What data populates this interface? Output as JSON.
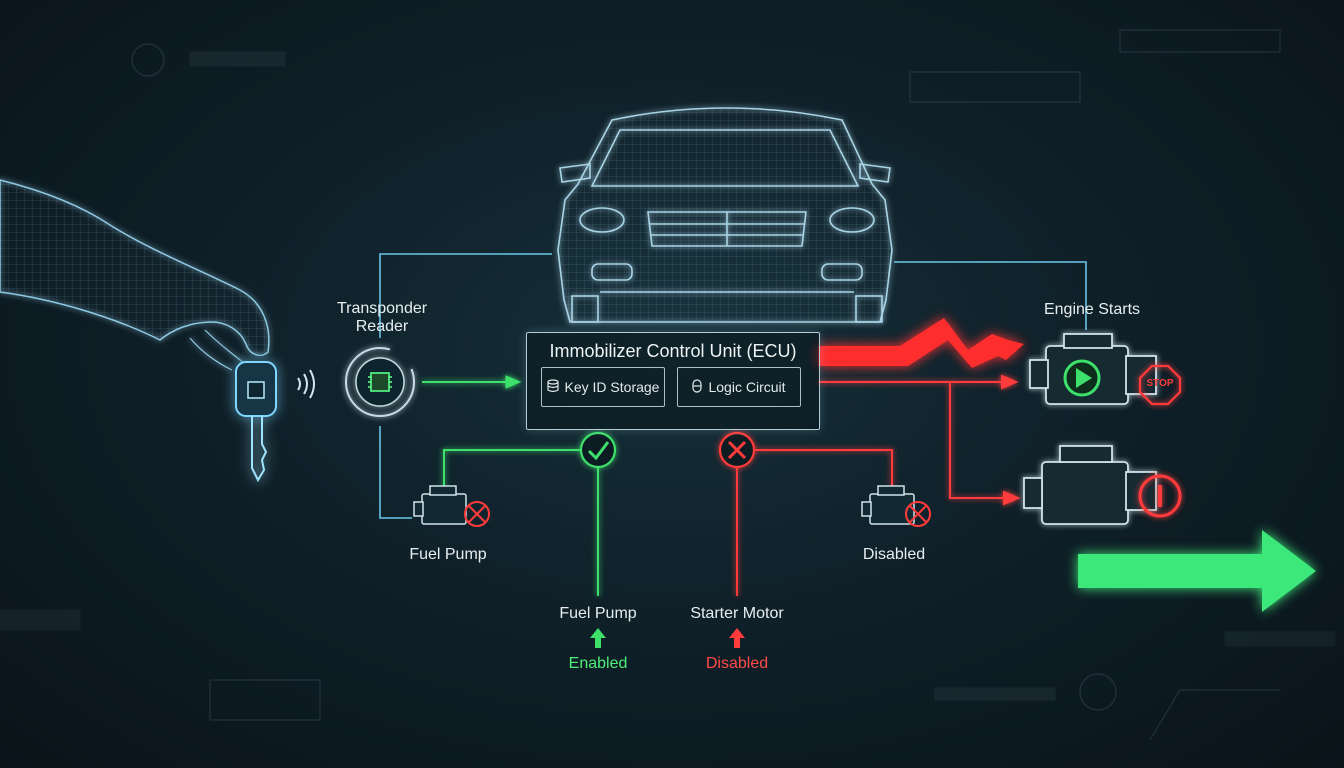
{
  "transponder": {
    "line1": "Transponder",
    "line2": "Reader"
  },
  "ecu": {
    "title": "Immobilizer Control Unit (ECU)",
    "key_storage": "Key ID Storage",
    "logic_circuit": "Logic Circuit"
  },
  "engine_starts": "Engine Starts",
  "stop_sign": "STOP",
  "fuel_pump_left": "Fuel Pump",
  "disabled_right": "Disabled",
  "fuel_pump_status": {
    "label": "Fuel Pump",
    "state": "Enabled"
  },
  "starter_motor_status": {
    "label": "Starter Motor",
    "state": "Disabled"
  },
  "colors": {
    "green": "#3ee06a",
    "red": "#ff3b3b",
    "blue_line": "#5fb0d0",
    "wire": "#b8d8e6"
  }
}
